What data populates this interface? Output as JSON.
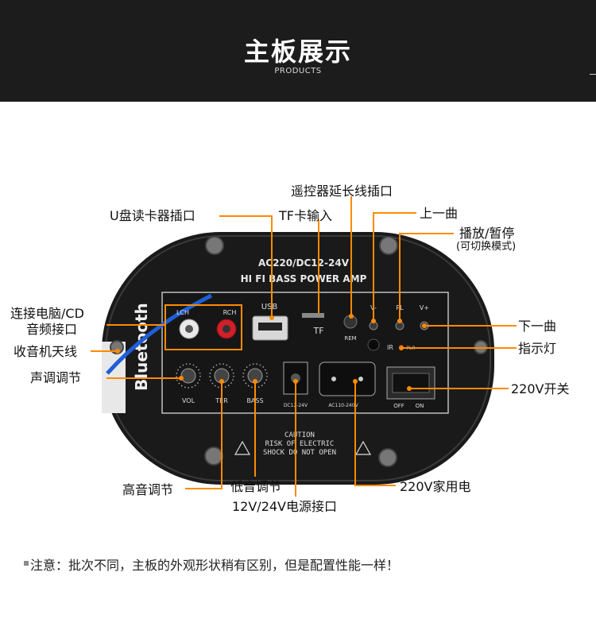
{
  "header": {
    "title": "主板展示",
    "subtitle": "PRODUCTS"
  },
  "board": {
    "model_line": "AC220/DC12-24V",
    "desc_line": "HI FI BASS POWER AMP",
    "brand": "Bluetooth",
    "usb": "USB",
    "tf": "TF",
    "rem": "REM",
    "lch": "LCH",
    "rch": "RCH",
    "v_minus": "V-",
    "pl": "PL",
    "v_plus": "V+",
    "ir": "IR",
    "plr": "PLR",
    "vol": "VOL",
    "ter": "TER",
    "bass": "BASS",
    "dc_in": "DC12-24V",
    "ac_in": "AC110-240V",
    "off": "OFF",
    "on": "ON",
    "caution1": "CAUTION",
    "caution2": "RISK OF ELECTRIC",
    "caution3": "SHOCK DO NOT OPEN",
    "colors": {
      "panel": "#161616",
      "accent_red": "#d0202a",
      "cable_blue": "#1f5fd6"
    }
  },
  "labels": {
    "remote_port": "遥控器延长线插口",
    "usb_port": "U盘读卡器插口",
    "tf_input": "TF卡输入",
    "prev_track": "上一曲",
    "play_pause": "播放/暂停",
    "mode_switch": "(可切换模式)",
    "pc_audio_1": "连接电脑/CD",
    "pc_audio_2": "音频接口",
    "radio_antenna": "收音机天线",
    "volume_adjust": "声调调节",
    "next_track": "下一曲",
    "indicator": "指示灯",
    "power_switch": "220V开关",
    "treble_adjust": "高音调节",
    "bass_adjust": "低音调节",
    "dc_power": "12V/24V电源接口",
    "ac_power": "220V家用电"
  },
  "note": "注意：批次不同，主板的外观形状稍有区别，但是配置性能一样！"
}
